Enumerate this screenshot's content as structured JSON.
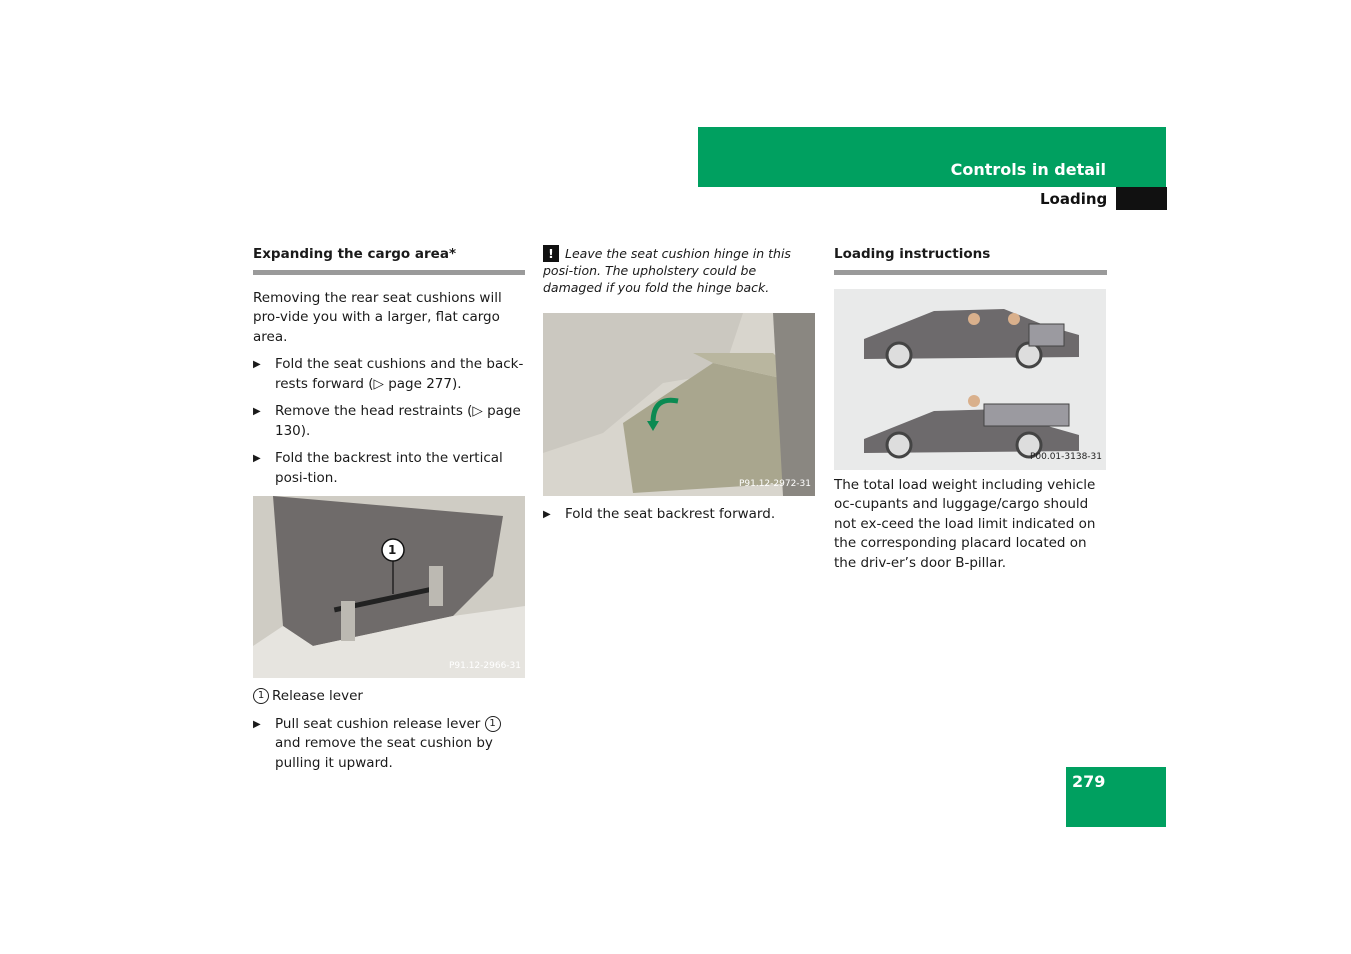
{
  "header": {
    "section_title": "Controls in detail",
    "subsection": "Loading"
  },
  "page_number": "279",
  "col1": {
    "heading": "Expanding the cargo area*",
    "intro": "Removing the rear seat cushions will pro-vide you with a larger, flat cargo area.",
    "steps": [
      "Fold the seat cushions and the back-rests forward (▷ page 277).",
      "Remove the head restraints (▷ page 130).",
      "Fold the backrest into the vertical posi-tion."
    ],
    "figure_code": "P91.12-2966-31",
    "callout_number": "1",
    "legend_label": "Release lever",
    "final_step_a": "Pull seat cushion release lever",
    "final_step_b": "and remove the seat cushion by pulling it upward."
  },
  "col2": {
    "warning": "Leave the seat cushion hinge in this posi-tion. The upholstery could be damaged if you fold the hinge back.",
    "warning_icon": "!",
    "figure_code": "P91.12-2972-31",
    "step": "Fold the seat backrest forward."
  },
  "col3": {
    "heading": "Loading instructions",
    "figure_code": "P00.01-3138-31",
    "text": "The total load weight including vehicle oc-cupants and luggage/cargo should not ex-ceed the load limit indicated on the corresponding placard located on the driv-er’s door B-pillar."
  },
  "icons": {
    "bullet": "triangle-right-icon"
  },
  "colors": {
    "accent": "#00a060"
  }
}
